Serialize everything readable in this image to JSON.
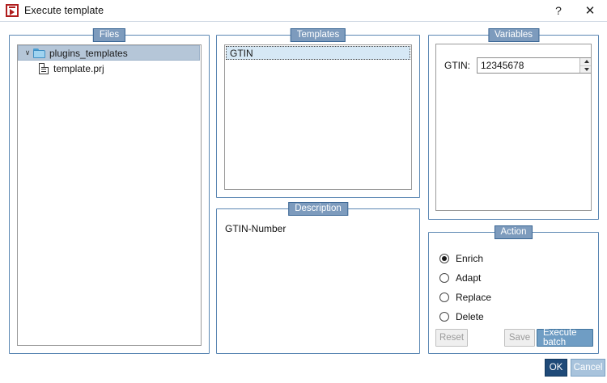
{
  "window": {
    "title": "Execute template",
    "icon": "execute-template-icon",
    "help_label": "?",
    "close_label": "✕"
  },
  "files": {
    "legend": "Files",
    "tree": [
      {
        "label": "plugins_templates",
        "icon": "folder-icon",
        "expanded": true,
        "selected": true,
        "chevron": "∨"
      },
      {
        "label": "template.prj",
        "icon": "file-icon",
        "selected": false
      }
    ]
  },
  "templates": {
    "legend": "Templates",
    "items": [
      {
        "label": "GTIN",
        "selected": true
      }
    ]
  },
  "description": {
    "legend": "Description",
    "text": "GTIN-Number"
  },
  "variables": {
    "legend": "Variables",
    "fields": [
      {
        "label": "GTIN:",
        "value": "12345678",
        "type": "spinbox"
      }
    ]
  },
  "action": {
    "legend": "Action",
    "options": [
      {
        "label": "Enrich",
        "selected": true
      },
      {
        "label": "Adapt",
        "selected": false
      },
      {
        "label": "Replace",
        "selected": false
      },
      {
        "label": "Delete",
        "selected": false
      }
    ],
    "buttons": {
      "reset": "Reset",
      "save": "Save",
      "execute_batch": "Execute batch"
    }
  },
  "dialog_buttons": {
    "ok": "OK",
    "cancel": "Cancel"
  },
  "colors": {
    "legend_badge": "#7d9bbd",
    "group_border": "#5b87b3",
    "tree_selection": "#b5c6d8",
    "template_selection": "#d6e8f5",
    "primary_button": "#6f9dc4",
    "ok_button": "#1f4a78",
    "cancel_button": "#a8c3dc",
    "icon_red": "#b01d1d"
  }
}
